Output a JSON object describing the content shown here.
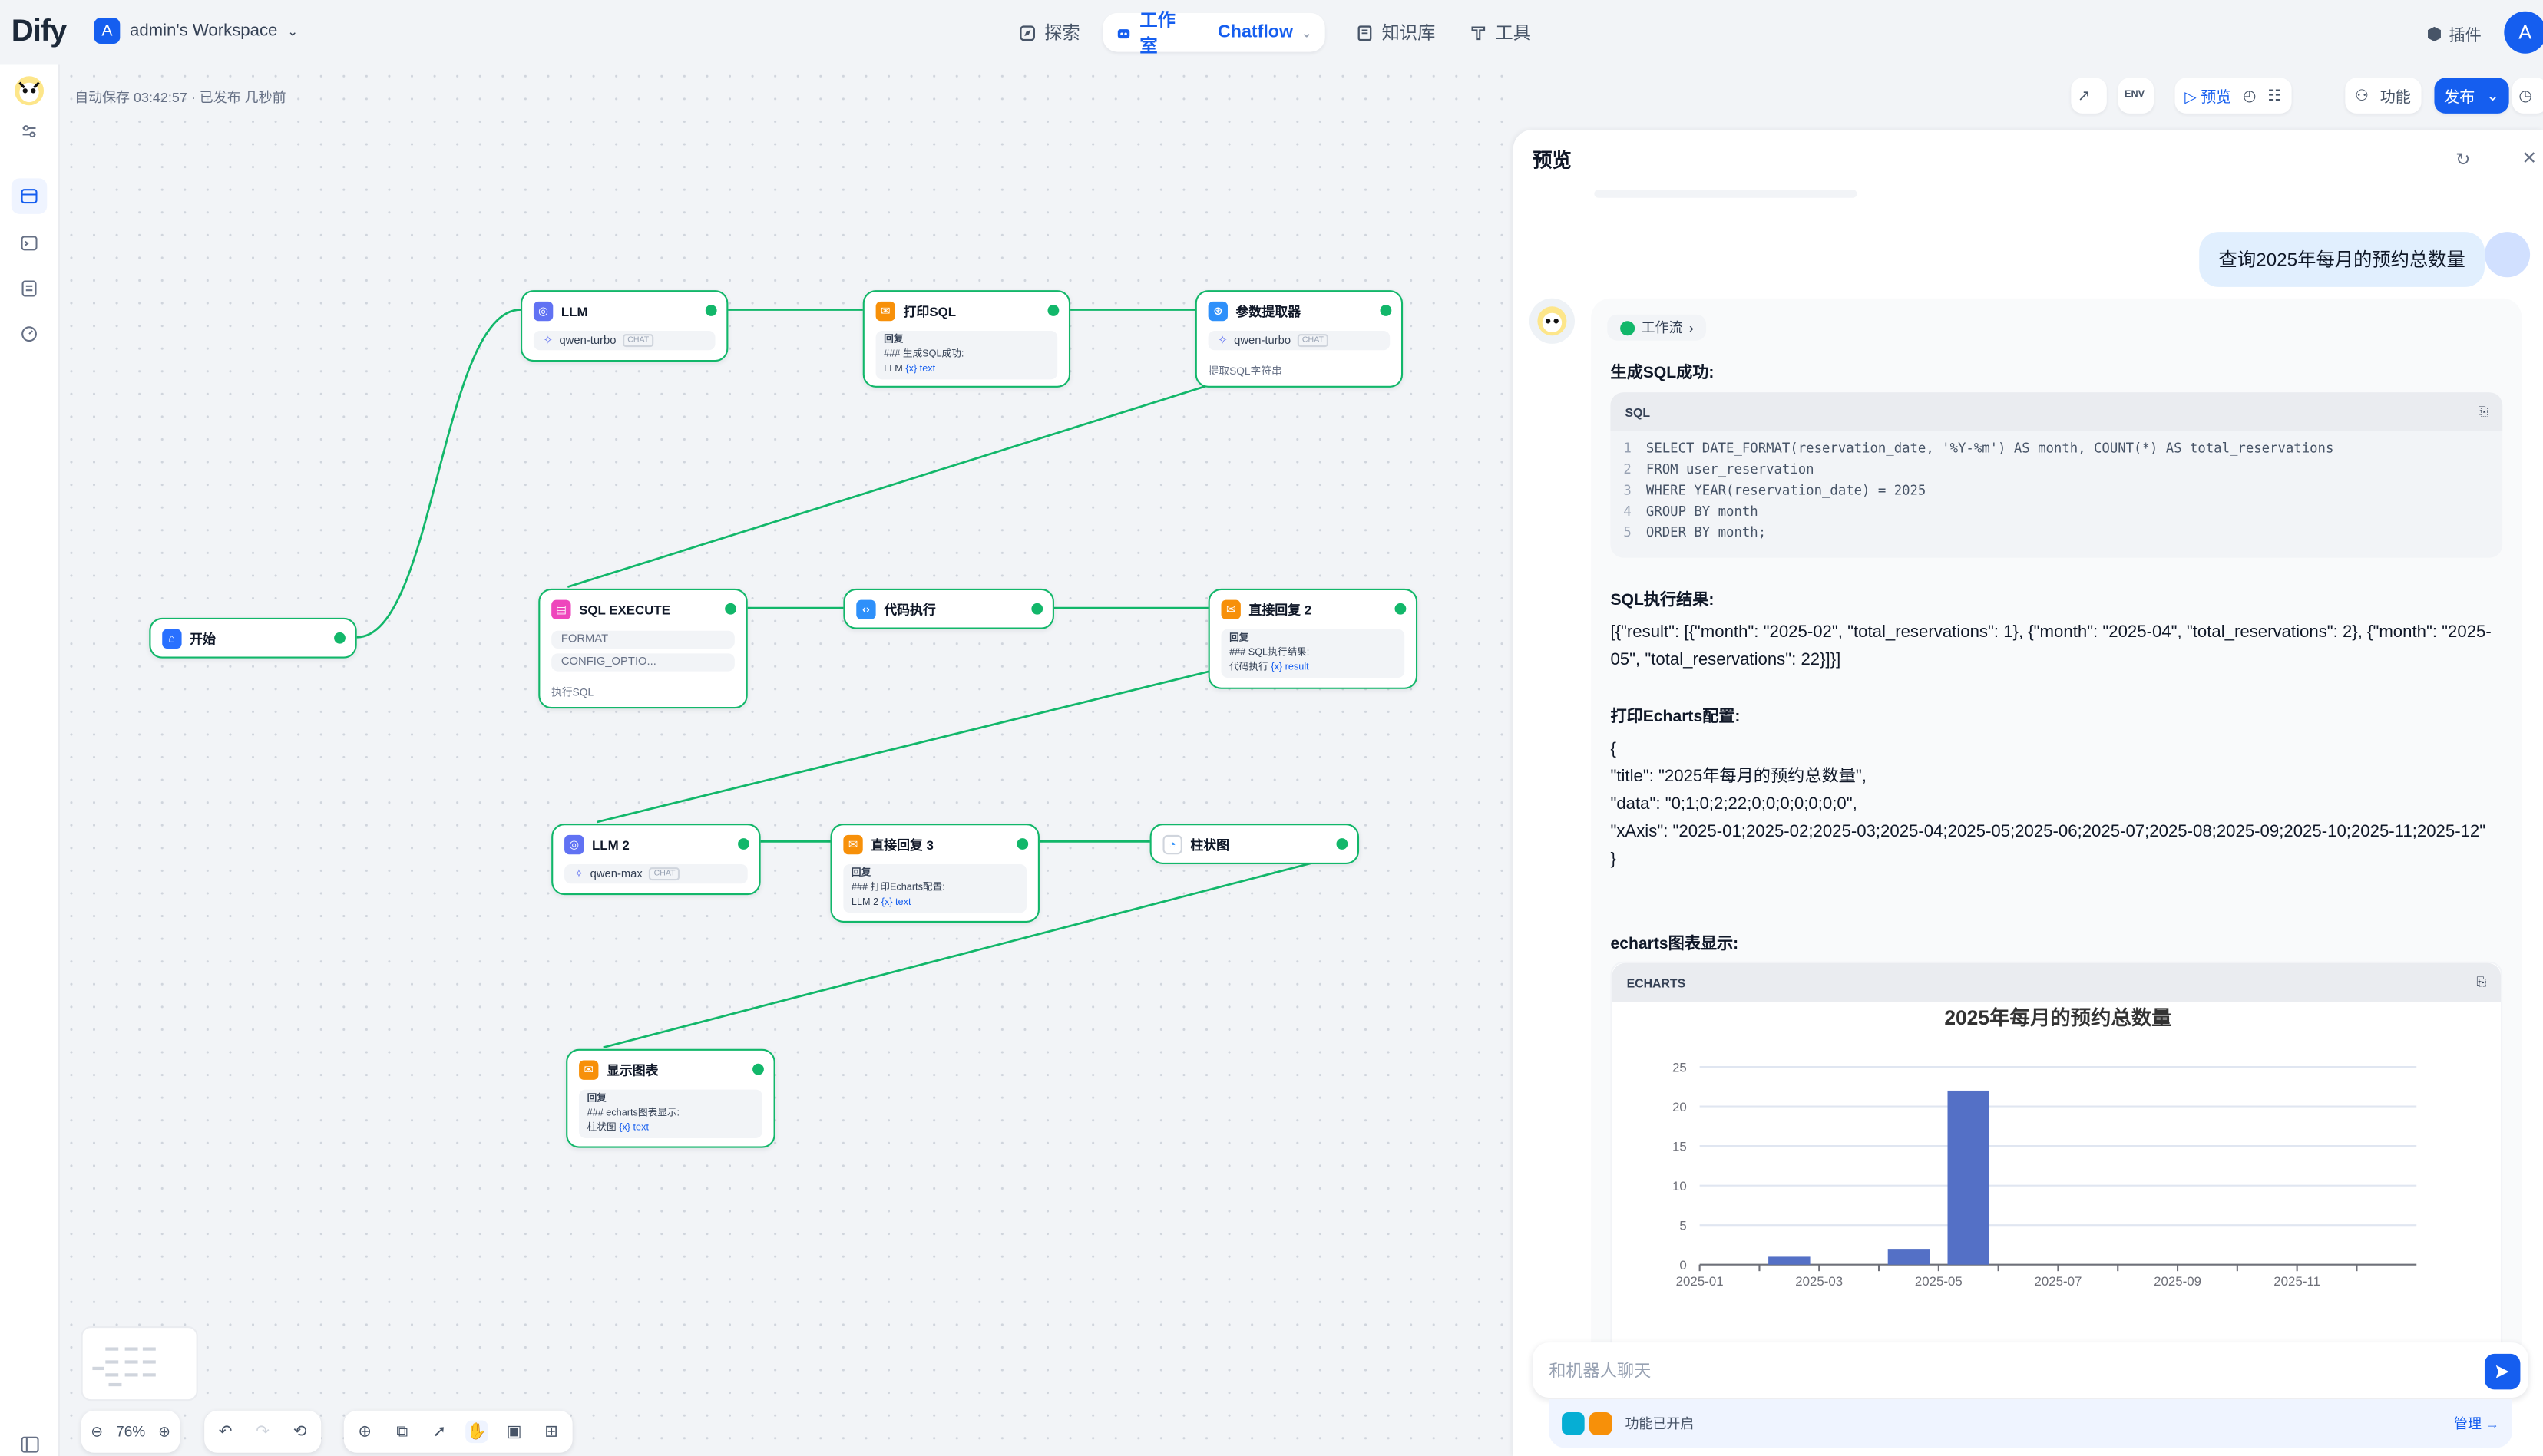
{
  "brand": {
    "logo_text": "Dify"
  },
  "workspace": {
    "initial": "A",
    "name": "admin's Workspace"
  },
  "nav": {
    "explore": "探索",
    "studio": "工作室",
    "app_type": "Chatflow",
    "knowledge": "知识库",
    "tools": "工具"
  },
  "header_right": {
    "plugins": "插件",
    "user_initial": "A"
  },
  "status": {
    "autosave": "自动保存 03:42:57 · 已发布 几秒前"
  },
  "right_toolbar": {
    "env_label": "ENV",
    "preview": "预览",
    "features": "功能",
    "publish": "发布"
  },
  "nodes": {
    "start": {
      "title": "开始"
    },
    "llm": {
      "title": "LLM",
      "model": "qwen-turbo",
      "mode": "CHAT"
    },
    "print_sql": {
      "title": "打印SQL",
      "l1": "回复",
      "l2": "### 生成SQL成功:",
      "src": "LLM",
      "var": "{x} text"
    },
    "param": {
      "title": "参数提取器",
      "model": "qwen-turbo",
      "mode": "CHAT",
      "desc": "提取SQL字符串"
    },
    "sql_exec": {
      "title": "SQL EXECUTE",
      "p1": "FORMAT",
      "p2": "CONFIG_OPTIO...",
      "desc": "执行SQL"
    },
    "code": {
      "title": "代码执行"
    },
    "reply2": {
      "title": "直接回复 2",
      "l1": "回复",
      "l2": "### SQL执行结果:",
      "src": "代码执行",
      "var": "{x} result"
    },
    "llm2": {
      "title": "LLM 2",
      "model": "qwen-max",
      "mode": "CHAT"
    },
    "reply3": {
      "title": "直接回复 3",
      "l1": "回复",
      "l2": "### 打印Echarts配置:",
      "src": "LLM 2",
      "var": "{x} text"
    },
    "bar": {
      "title": "柱状图"
    },
    "show": {
      "title": "显示图表",
      "l1": "回复",
      "l2": "### echarts图表显示:",
      "src": "柱状图",
      "var": "{x} text"
    }
  },
  "zoom": {
    "level": "76%"
  },
  "panel": {
    "title": "预览",
    "user_message": "查询2025年每月的预约总数量",
    "workflow_badge": "工作流",
    "h_sql": "生成SQL成功:",
    "code_lang": "SQL",
    "code_lines": [
      "SELECT DATE_FORMAT(reservation_date, '%Y-%m') AS month, COUNT(*) AS total_reservations",
      "FROM user_reservation",
      "WHERE YEAR(reservation_date) = 2025",
      "GROUP BY month",
      "ORDER BY month;"
    ],
    "h_result": "SQL执行结果:",
    "result_text": "[{\"result\": [{\"month\": \"2025-02\", \"total_reservations\": 1}, {\"month\": \"2025-04\", \"total_reservations\": 2}, {\"month\": \"2025-05\", \"total_reservations\": 22}]}]",
    "h_echarts": "打印Echarts配置:",
    "echarts_lines": [
      "{",
      "\"title\": \"2025年每月的预约总数量\",",
      "\"data\": \"0;1;0;2;22;0;0;0;0;0;0;0\",",
      "\"xAxis\": \"2025-01;2025-02;2025-03;2025-04;2025-05;2025-06;2025-07;2025-08;2025-09;2025-10;2025-11;2025-12\"",
      "}"
    ],
    "h_chart": "echarts图表显示:",
    "chart_lang": "ECHARTS",
    "input_placeholder": "和机器人聊天",
    "feature_text": "功能已开启",
    "manage": "管理"
  },
  "chart_data": {
    "type": "bar",
    "title": "2025年每月的预约总数量",
    "categories": [
      "2025-01",
      "2025-02",
      "2025-03",
      "2025-04",
      "2025-05",
      "2025-06",
      "2025-07",
      "2025-08",
      "2025-09",
      "2025-10",
      "2025-11",
      "2025-12"
    ],
    "values": [
      0,
      1,
      0,
      2,
      22,
      0,
      0,
      0,
      0,
      0,
      0,
      0
    ],
    "ylim": [
      0,
      25
    ],
    "yticks": [
      "0",
      "5",
      "10",
      "15",
      "20",
      "25"
    ],
    "xtick_labels": [
      "2025-01",
      "2025-03",
      "2025-05",
      "2025-07",
      "2025-09",
      "2025-11"
    ],
    "color": "#5470c6",
    "grid": true
  }
}
